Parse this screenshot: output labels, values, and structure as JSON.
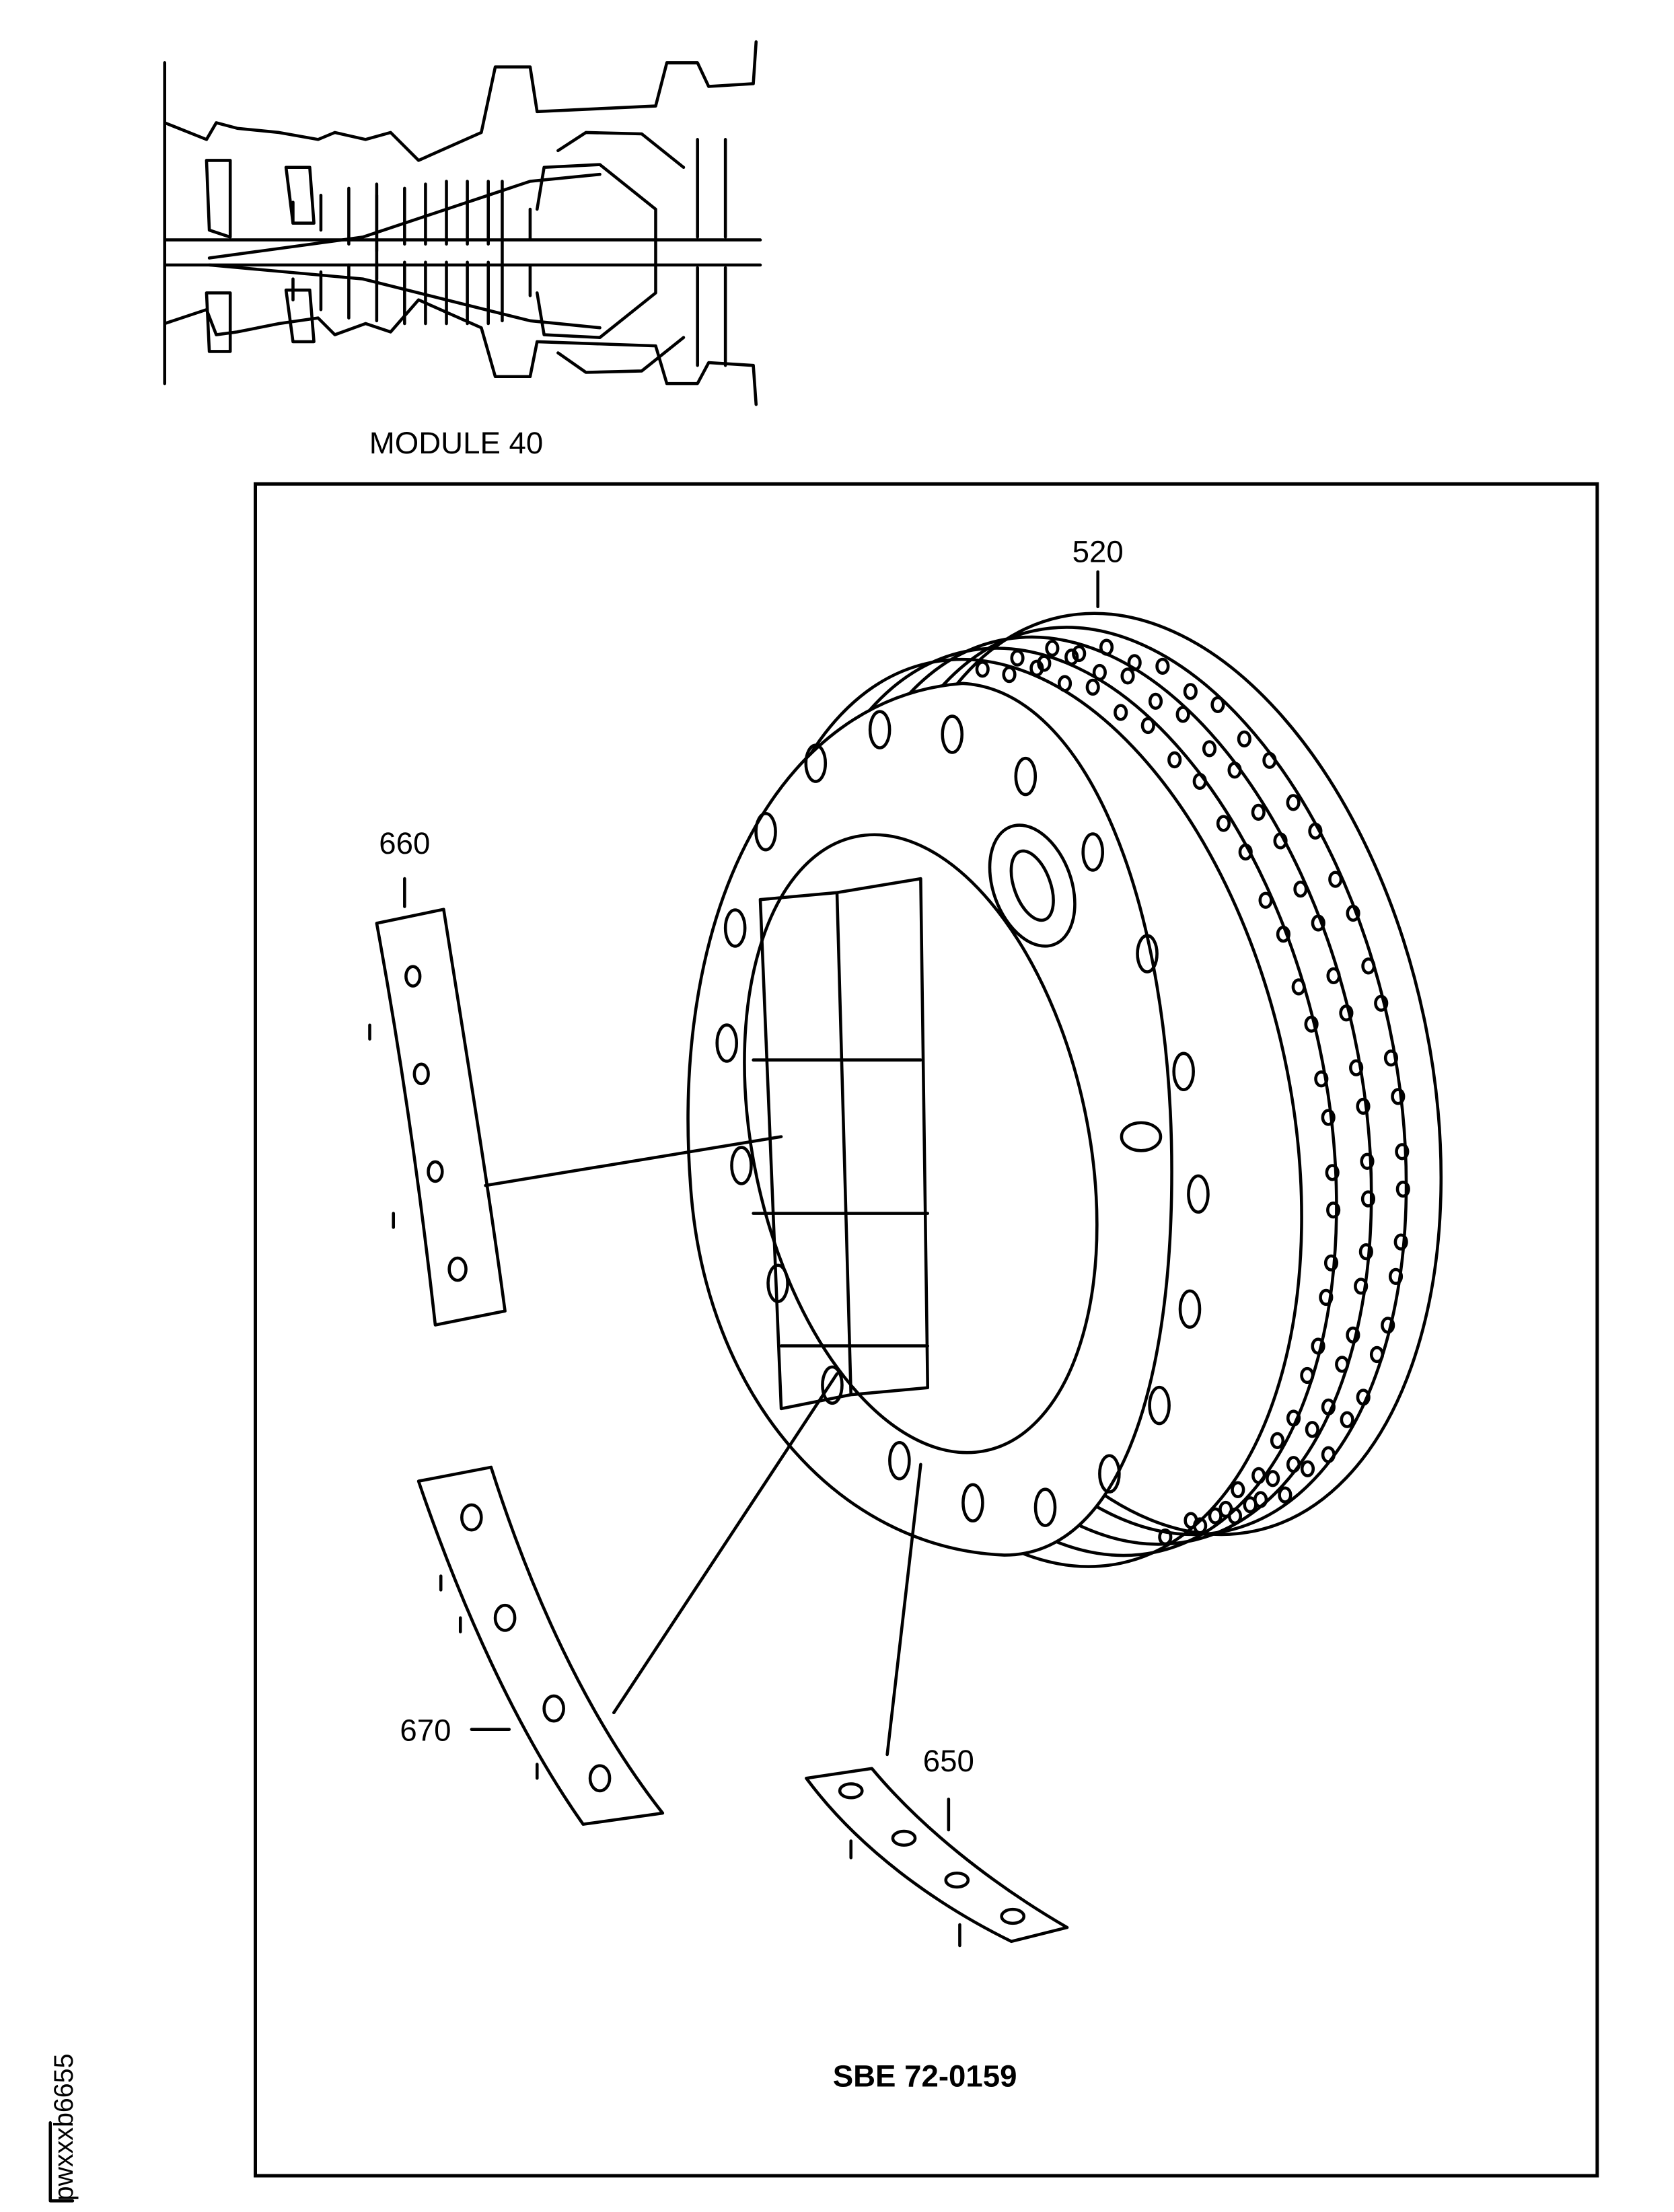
{
  "module_label": "MODULE 40",
  "callouts": {
    "ring": "520",
    "segment_top": "660",
    "segment_left": "670",
    "segment_bottom": "650"
  },
  "bulletin_ref": "SBE 72-0159",
  "figure_id": "pwxxxb6655"
}
